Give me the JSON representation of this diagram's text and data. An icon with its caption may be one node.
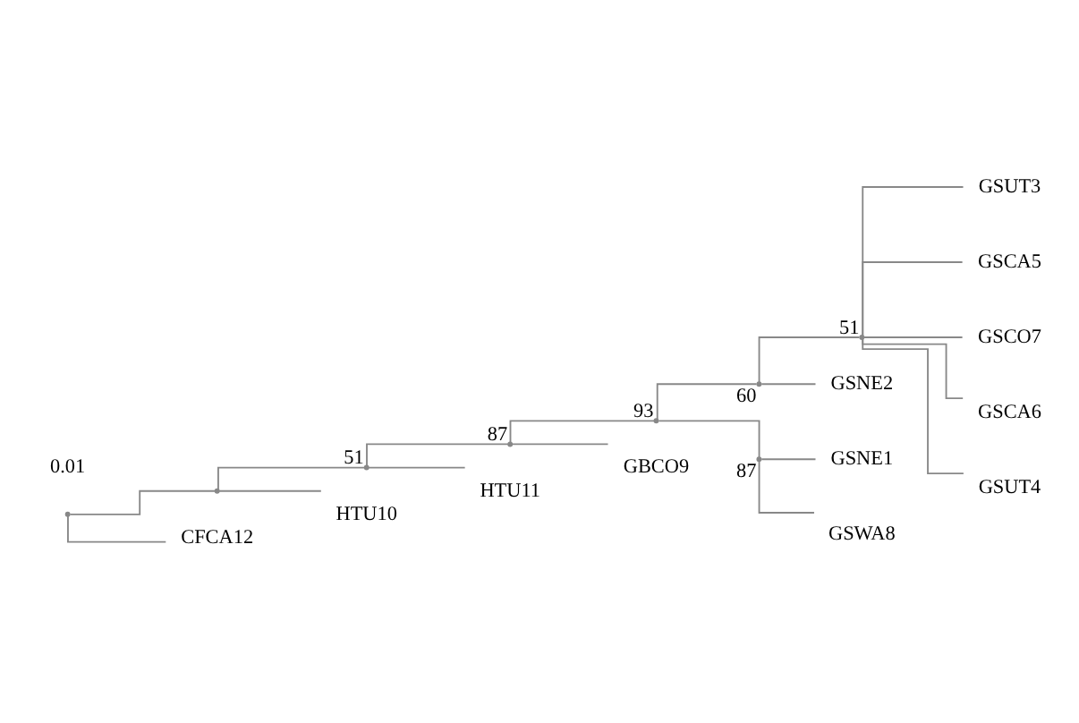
{
  "diagram": {
    "nodes": [
      {
        "text": [],
        "shape": "point"
      },
      {
        "text": [],
        "shape": "point"
      },
      {
        "text": [],
        "shape": "point",
        "beside": [
          "51"
        ]
      },
      {
        "text": [],
        "shape": "point",
        "beside": [
          "87"
        ]
      },
      {
        "text": [],
        "shape": "point",
        "beside": [
          "93"
        ]
      },
      {
        "text": [],
        "shape": "point",
        "beside": [
          "60"
        ]
      },
      {
        "text": [],
        "shape": "point",
        "beside": [
          "51"
        ]
      },
      {
        "text": [
          "GSUT3"
        ]
      },
      {
        "text": [
          "GSCA5"
        ]
      },
      {
        "text": [
          "GSCO7"
        ]
      },
      {
        "text": [
          "GSCA6"
        ]
      },
      {
        "text": [
          "GSUT4"
        ]
      },
      {
        "text": [
          "GSNE2"
        ]
      },
      {
        "text": [],
        "shape": "point",
        "beside": [
          "87"
        ]
      },
      {
        "text": [
          "GSNE1"
        ]
      },
      {
        "text": [
          "GSWA8"
        ]
      },
      {
        "text": [
          "GBCO9"
        ]
      },
      {
        "text": [
          "HTU11"
        ]
      },
      {
        "text": [
          "HTU10"
        ]
      },
      {
        "text": [
          "CFCA12"
        ]
      }
    ],
    "edges": [
      {
        "from": 0,
        "to": 1,
        "arrow": "none"
      },
      {
        "from": 0,
        "to": 19,
        "arrow": "none"
      },
      {
        "from": 1,
        "to": 2,
        "arrow": "none"
      },
      {
        "from": 1,
        "to": 18,
        "arrow": "none"
      },
      {
        "from": 2,
        "to": 3,
        "arrow": "none"
      },
      {
        "from": 2,
        "to": 17,
        "arrow": "none"
      },
      {
        "from": 3,
        "to": 4,
        "arrow": "none"
      },
      {
        "from": 3,
        "to": 16,
        "arrow": "none"
      },
      {
        "from": 4,
        "to": 5,
        "arrow": "none"
      },
      {
        "from": 4,
        "to": 13,
        "arrow": "none"
      },
      {
        "from": 5,
        "to": 6,
        "arrow": "none"
      },
      {
        "from": 5,
        "to": 12,
        "arrow": "none"
      },
      {
        "from": 6,
        "to": 7,
        "arrow": "none"
      },
      {
        "from": 6,
        "to": 8,
        "arrow": "none"
      },
      {
        "from": 6,
        "to": 9,
        "arrow": "none"
      },
      {
        "from": 6,
        "to": 10,
        "arrow": "none"
      },
      {
        "from": 6,
        "to": 11,
        "arrow": "none"
      },
      {
        "from": 13,
        "to": 14,
        "arrow": "none"
      },
      {
        "from": 13,
        "to": 15,
        "arrow": "none"
      }
    ],
    "labels": [
      "0.01"
    ]
  }
}
